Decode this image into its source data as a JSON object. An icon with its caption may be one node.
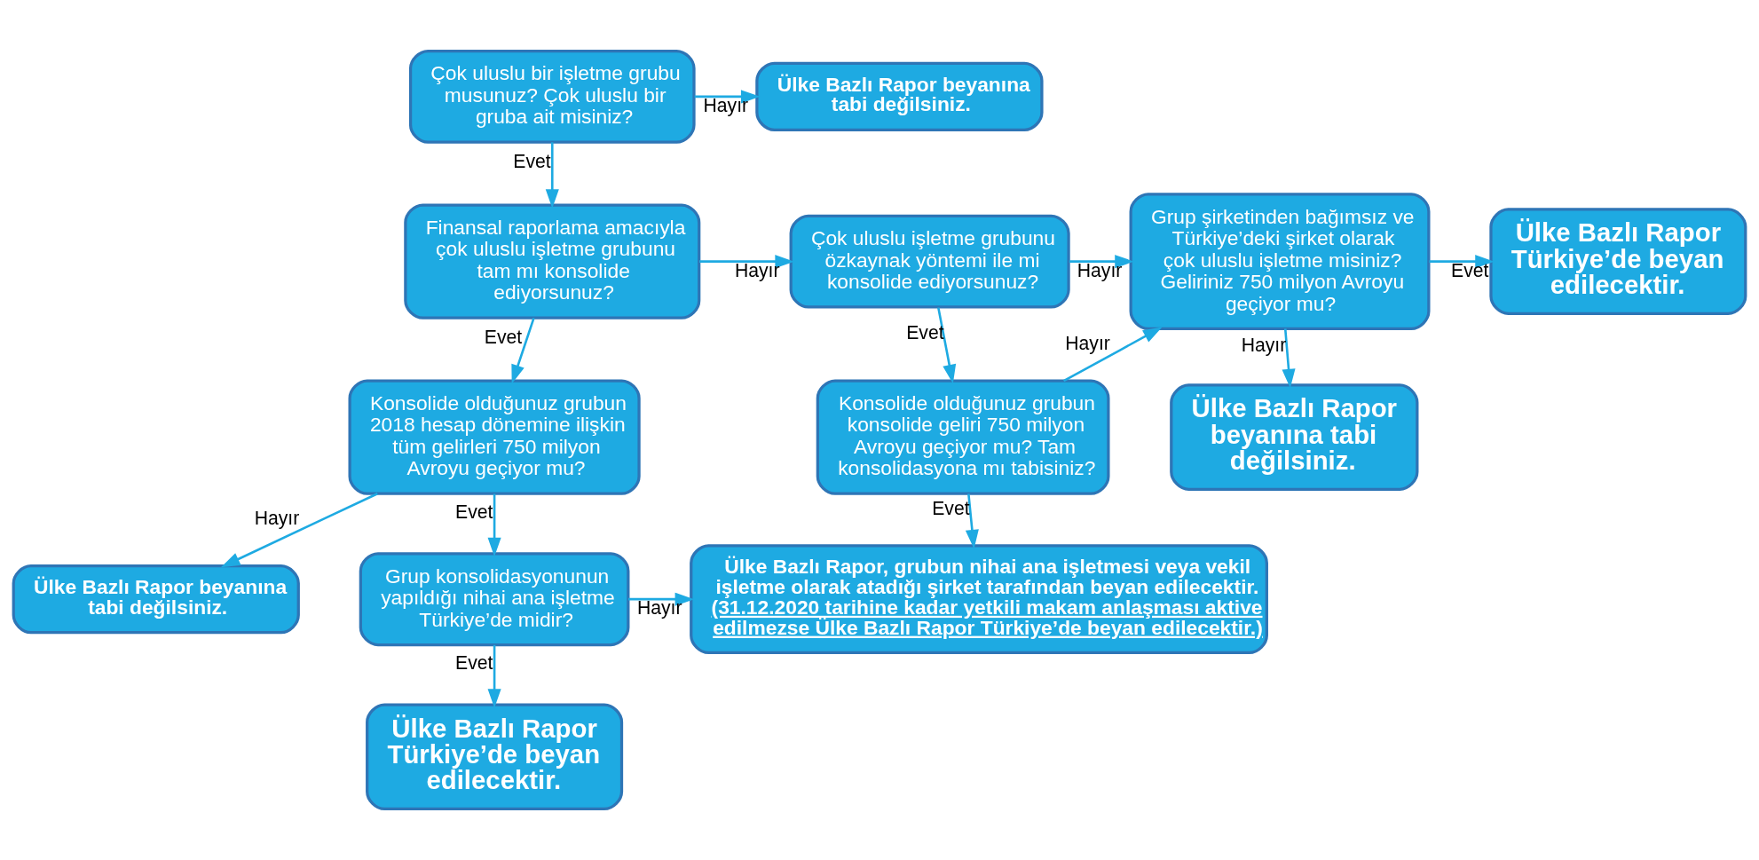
{
  "diagram": {
    "nodes": [
      {
        "text": [
          "Çok uluslu bir işletme grubu musunuz? Çok uluslu bir gruba ait misiniz?"
        ]
      },
      {
        "text": [
          "Ülke Bazlı Rapor beyanına tabi değilsiniz."
        ]
      },
      {
        "text": [
          "Finansal raporlama amacıyla çok uluslu işletme grubunu tam mı konsolide ediyorsunuz?"
        ]
      },
      {
        "text": [
          "Çok uluslu işletme grubunu özkaynak yöntemi ile mi konsolide ediyorsunuz?"
        ]
      },
      {
        "text": [
          "Grup şirketinden bağımsız ve Türkiye’deki şirket olarak çok uluslu işletme misiniz? Geliriniz 750 milyon Avroyu geçiyor mu?"
        ]
      },
      {
        "text": [
          "Ülke Bazlı Rapor Türkiye’de beyan edilecektir."
        ]
      },
      {
        "text": [
          "Konsolide olduğunuz grubun 2018 hesap dönemine ilişkin tüm gelirleri 750 milyon Avroyu geçiyor mu?"
        ]
      },
      {
        "text": [
          "Konsolide olduğunuz grubun konsolide geliri 750 milyon Avroyu geçiyor mu? Tam konsolidasyona mı tabisiniz?"
        ]
      },
      {
        "text": [
          "Ülke Bazlı Rapor beyanına tabi değilsiniz."
        ]
      },
      {
        "text": [
          "Ülke Bazlı Rapor beyanına tabi değilsiniz."
        ]
      },
      {
        "text": [
          "Grup konsolidasyonunun yapıldığı nihai ana işletme Türkiye’de midir?"
        ]
      },
      {
        "text": [
          "Ülke Bazlı Rapor Türkiye’de beyan edilecektir."
        ]
      },
      {
        "text": [
          "Ülke Bazlı Rapor, grubun nihai ana işletmesi veya vekil işletme olarak atadığı şirket tarafından beyan edilecektir.",
          "(31.12.2020 tarihine kadar yetkili makam anlaşması aktive edilmezse Ülke Bazlı Rapor Türkiye’de beyan edilecektir.)"
        ]
      }
    ],
    "edges": [
      {
        "from": 0,
        "to": 1,
        "arrow": "to",
        "label": "Hayır"
      },
      {
        "from": 0,
        "to": 2,
        "arrow": "to",
        "label": "Evet"
      },
      {
        "from": 2,
        "to": 3,
        "arrow": "to",
        "label": "Hayır"
      },
      {
        "from": 2,
        "to": 6,
        "arrow": "to",
        "label": "Evet"
      },
      {
        "from": 3,
        "to": 4,
        "arrow": "to",
        "label": "Hayır"
      },
      {
        "from": 3,
        "to": 7,
        "arrow": "to",
        "label": "Evet"
      },
      {
        "from": 7,
        "to": 4,
        "arrow": "to",
        "label": "Hayır"
      },
      {
        "from": 4,
        "to": 5,
        "arrow": "to",
        "label": "Evet"
      },
      {
        "from": 4,
        "to": 8,
        "arrow": "to",
        "label": "Hayır"
      },
      {
        "from": 6,
        "to": 9,
        "arrow": "to",
        "label": "Hayır"
      },
      {
        "from": 6,
        "to": 10,
        "arrow": "to",
        "label": "Evet"
      },
      {
        "from": 7,
        "to": 12,
        "arrow": "to",
        "label": "Evet"
      },
      {
        "from": 10,
        "to": 11,
        "arrow": "to",
        "label": "Evet"
      },
      {
        "from": 10,
        "to": 12,
        "arrow": "to",
        "label": "Hayır"
      }
    ]
  }
}
